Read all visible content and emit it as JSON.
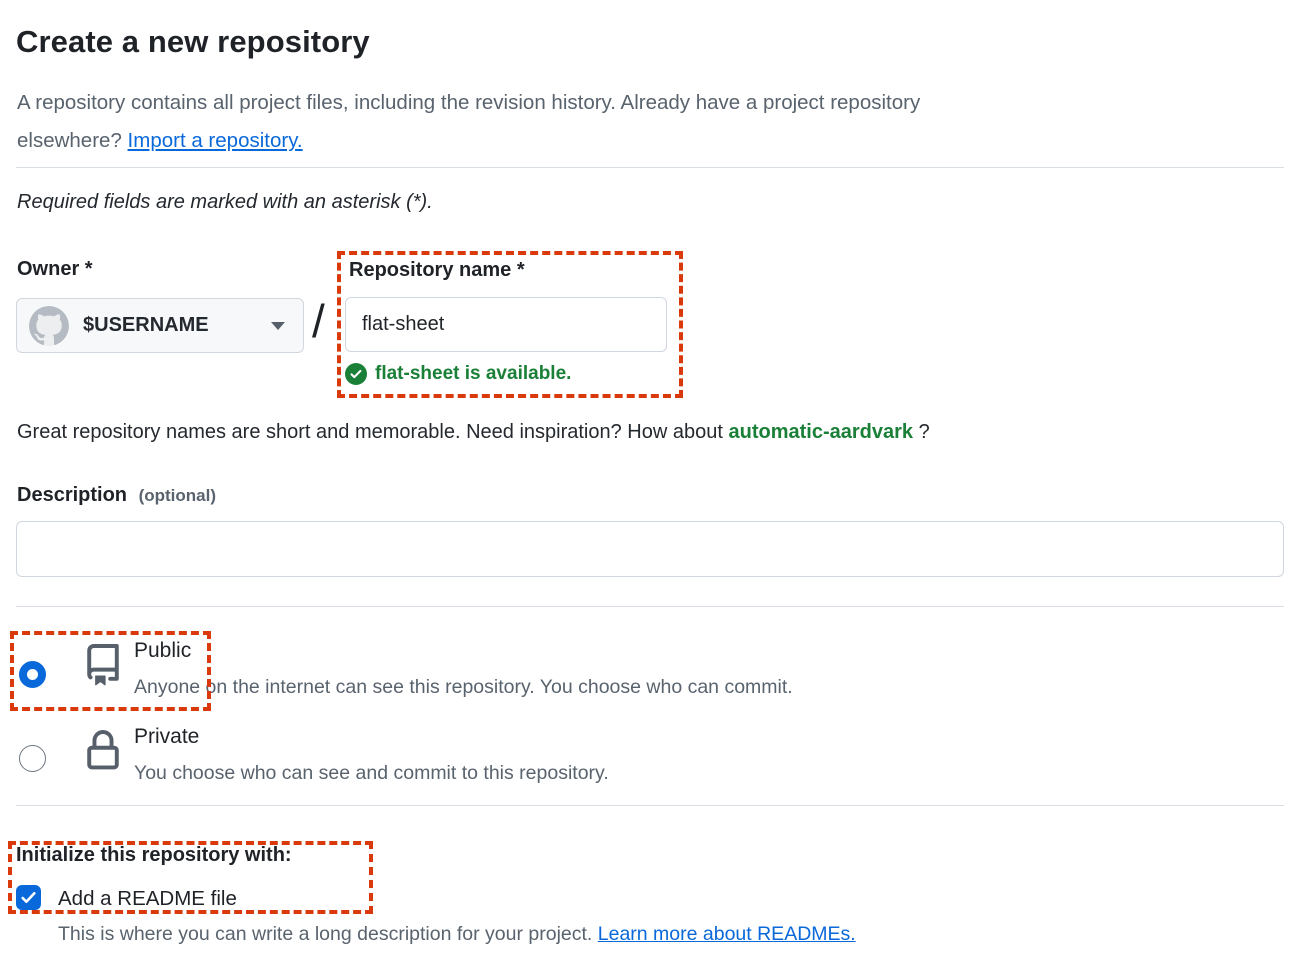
{
  "page": {
    "title": "Create a new repository",
    "intro_line1": "A repository contains all project files, including the revision history. Already have a project repository",
    "intro_line2": "elsewhere?",
    "intro_link": "Import a repository.",
    "required_note": "Required fields are marked with an asterisk (*)."
  },
  "owner": {
    "label": "Owner *",
    "value": "$USERNAME",
    "separator": "/"
  },
  "repo_name": {
    "label": "Repository name *",
    "value": "flat-sheet",
    "availability_message": "flat-sheet is available."
  },
  "suggestion": {
    "text_before": "Great repository names are short and memorable. Need inspiration? How about ",
    "suggested_name": "automatic-aardvark",
    "text_after": " ?"
  },
  "description": {
    "label": "Description",
    "optional_hint": "(optional)",
    "value": ""
  },
  "visibility": {
    "public": {
      "label": "Public",
      "description": "Anyone on the internet can see this repository. You choose who can commit.",
      "selected": true
    },
    "private": {
      "label": "Private",
      "description": "You choose who can see and commit to this repository.",
      "selected": false
    }
  },
  "initialize": {
    "heading": "Initialize this repository with:",
    "readme_label": "Add a README file",
    "readme_checked": true,
    "note_text": "This is where you can write a long description for your project. ",
    "note_link": "Learn more about READMEs."
  },
  "icons": {
    "avatar": "github-octocat-avatar-icon",
    "owner_dropdown": "chevron-down-icon",
    "public_visibility": "repo-book-icon",
    "private_visibility": "lock-icon",
    "name_available": "check-circle-icon",
    "readme_checkbox": "checkmark-icon"
  },
  "colors": {
    "accent_blue": "#0969da",
    "success_green": "#1a7f37",
    "annotation_dashed": "#da3a0b",
    "text_primary": "#1f2328",
    "text_secondary": "#59636e",
    "input_border": "#d0d7de",
    "button_background": "#f6f8fa"
  }
}
